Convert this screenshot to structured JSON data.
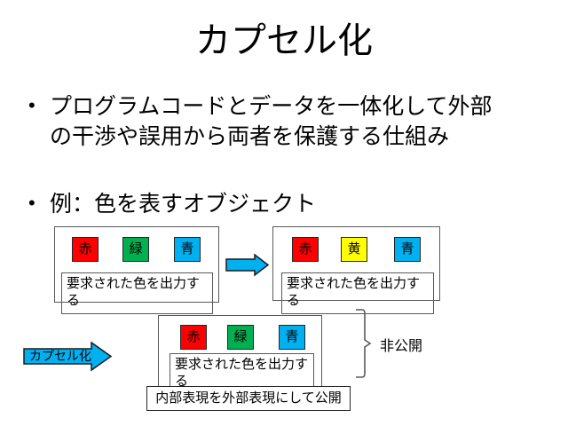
{
  "slide": {
    "title": "カプセル化",
    "bullets": [
      "プログラムコードとデータを一体化して外部の干渉や誤用から両者を保護する仕組み",
      "例：色を表すオブジェクト"
    ]
  },
  "colors": {
    "red": "#ff0000",
    "green": "#00b050",
    "blue": "#00b0f0",
    "yellow": "#ffff00",
    "arrow": "#00b0f0"
  },
  "diagram": {
    "object_boxes": [
      {
        "name": "original",
        "chips": [
          {
            "label": "赤",
            "color": "#ff0000"
          },
          {
            "label": "緑",
            "color": "#00b050"
          },
          {
            "label": "青",
            "color": "#00b0f0"
          }
        ],
        "method": "要求された色を出力する"
      },
      {
        "name": "modified",
        "chips": [
          {
            "label": "赤",
            "color": "#ff0000"
          },
          {
            "label": "黄",
            "color": "#ffff00"
          },
          {
            "label": "青",
            "color": "#00b0f0"
          }
        ],
        "method": "要求された色を出力する"
      },
      {
        "name": "encapsulated",
        "chips": [
          {
            "label": "赤",
            "color": "#ff0000"
          },
          {
            "label": "緑",
            "color": "#00b050"
          },
          {
            "label": "青",
            "color": "#00b0f0"
          }
        ],
        "method": "要求された色を出力する"
      }
    ],
    "encapsulation_arrow_label": "カプセル化",
    "private_label": "非公開",
    "public_caption": "内部表現を外部表現にして公開"
  }
}
